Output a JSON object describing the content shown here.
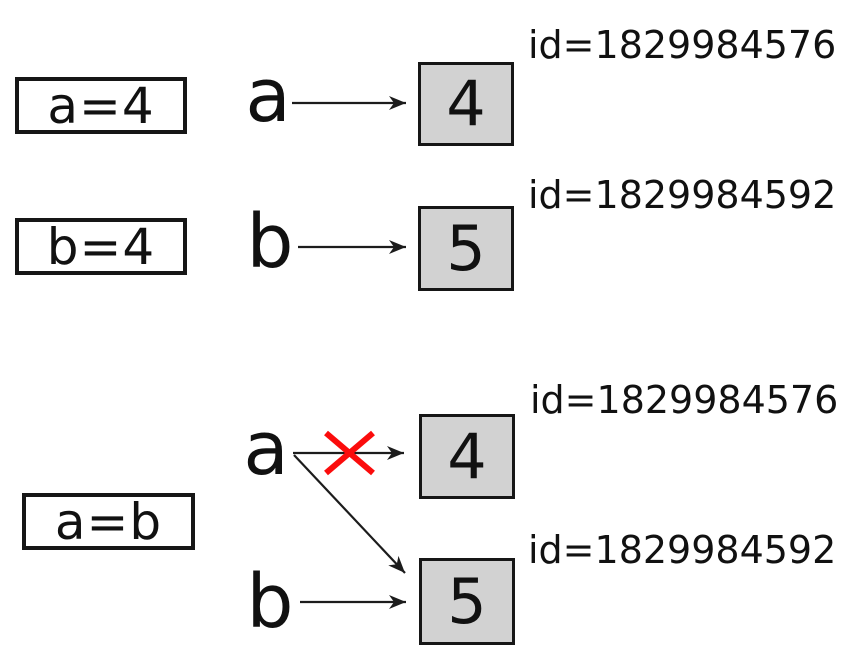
{
  "colors": {
    "box-fill": "#d2d2d2",
    "box-border": "#161616",
    "line": "#1c1c1c",
    "cross": "#fb0c0c",
    "text": "#111111"
  },
  "step1": {
    "code": "a=4",
    "variable": "a",
    "value": "4",
    "id_label": "id=1829984576"
  },
  "step2": {
    "code": "b=4",
    "variable": "b",
    "value": "5",
    "id_label": "id=1829984592"
  },
  "step3": {
    "code": "a=b",
    "variable_a": "a",
    "variable_b": "b",
    "old_value": "4",
    "old_id_label": "id=1829984576",
    "new_value": "5",
    "new_id_label": "id=1829984592"
  }
}
